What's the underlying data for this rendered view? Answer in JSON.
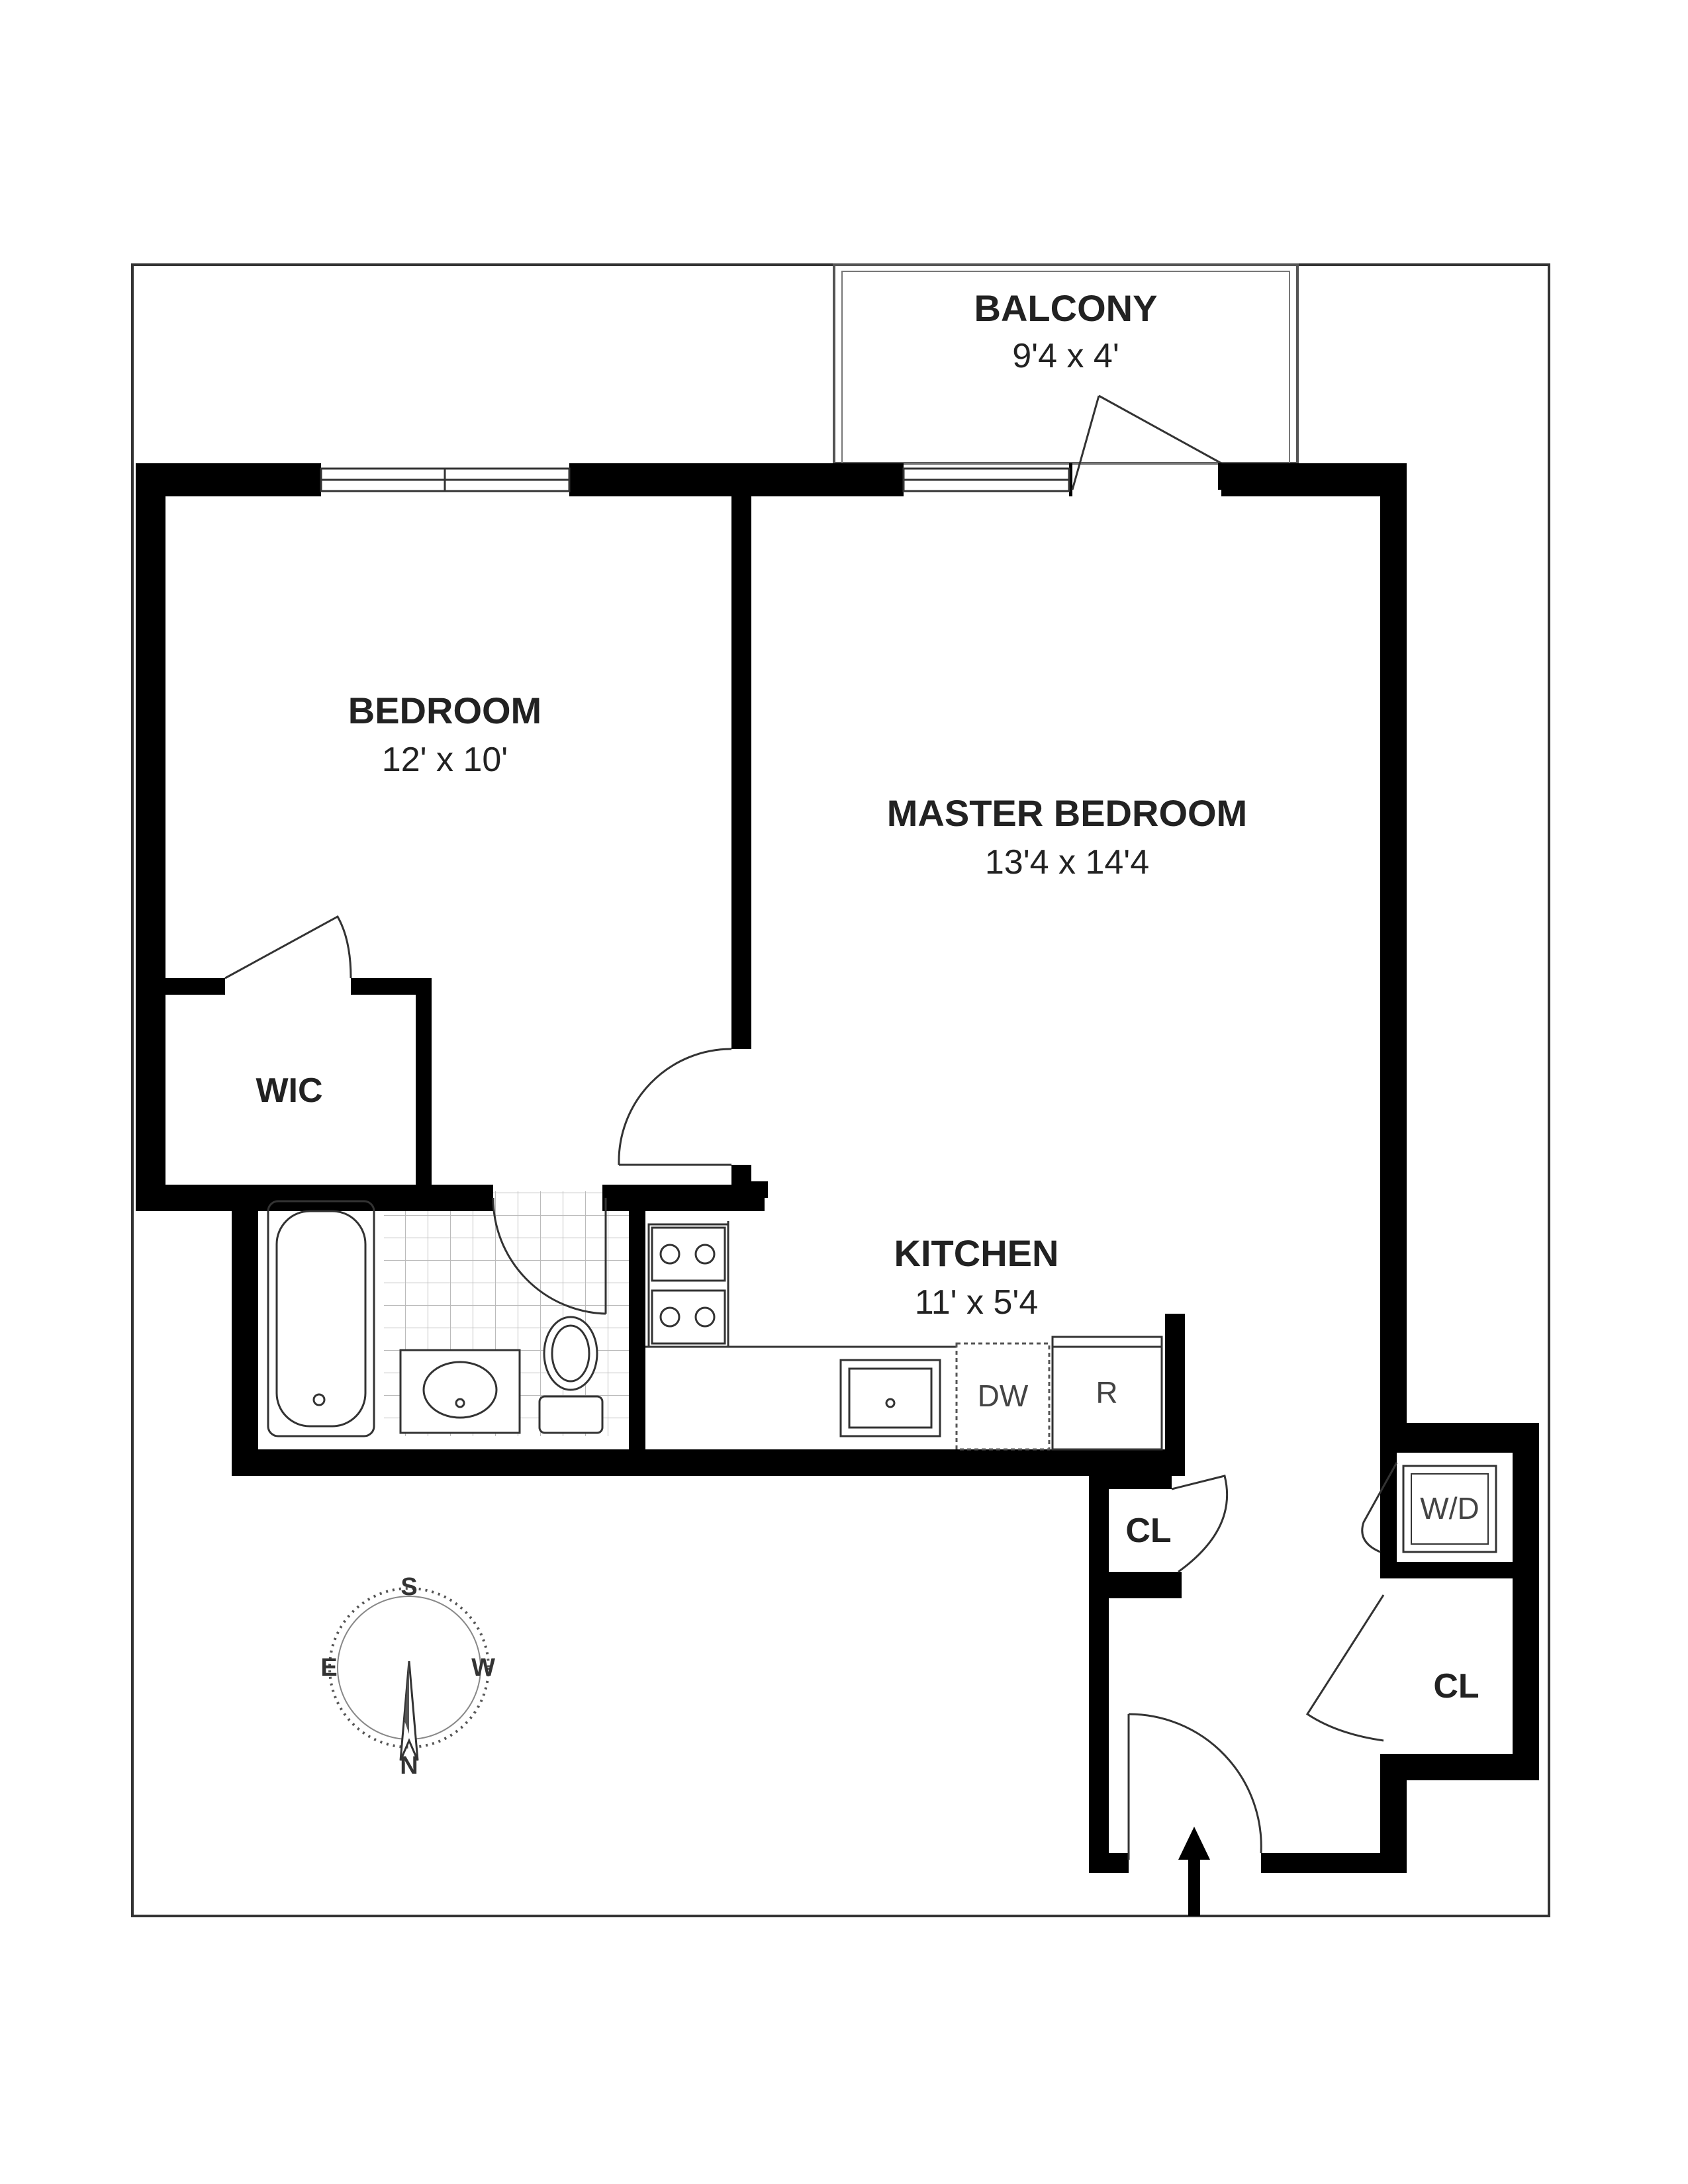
{
  "rooms": {
    "balcony": {
      "name": "BALCONY",
      "dims": "9'4 x 4'"
    },
    "bedroom": {
      "name": "BEDROOM",
      "dims": "12' x 10'"
    },
    "master_bedroom": {
      "name": "MASTER BEDROOM",
      "dims": "13'4 x 14'4"
    },
    "kitchen": {
      "name": "KITCHEN",
      "dims": "11' x 5'4"
    },
    "wic": {
      "name": "WIC"
    },
    "closet_1": {
      "name": "CL"
    },
    "closet_2": {
      "name": "CL"
    }
  },
  "fixtures": {
    "dishwasher": "DW",
    "refrigerator": "R",
    "washer_dryer": "W/D"
  },
  "compass": {
    "north": "N",
    "south": "S",
    "east": "E",
    "west": "W"
  },
  "colors": {
    "wall": "#000000",
    "line": "#333333",
    "tile": "#bbbbbb"
  }
}
